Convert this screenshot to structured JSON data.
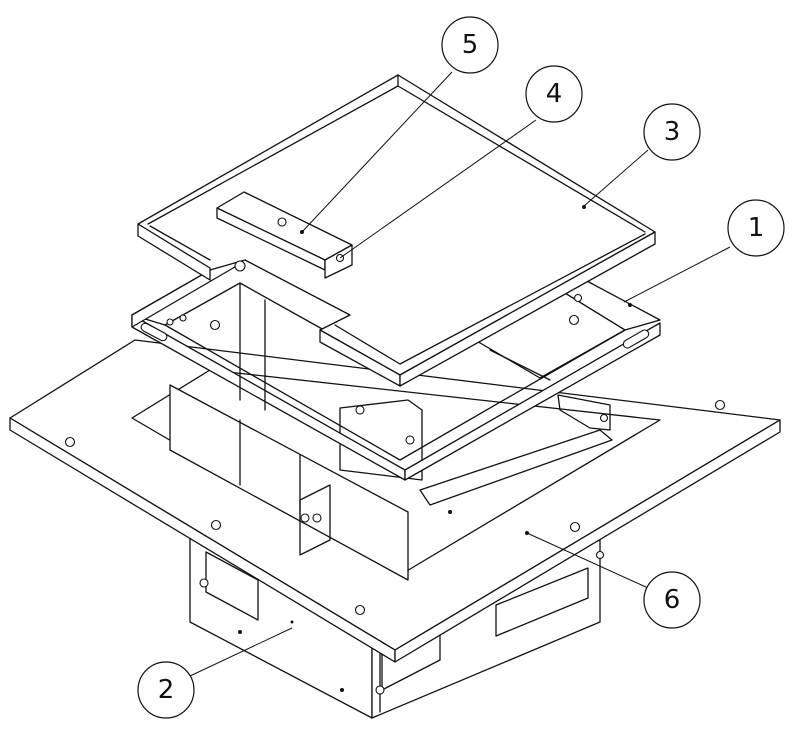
{
  "balloons": [
    {
      "id": "1",
      "label": "1"
    },
    {
      "id": "2",
      "label": "2"
    },
    {
      "id": "3",
      "label": "3"
    },
    {
      "id": "4",
      "label": "4"
    },
    {
      "id": "5",
      "label": "5"
    },
    {
      "id": "6",
      "label": "6"
    }
  ]
}
